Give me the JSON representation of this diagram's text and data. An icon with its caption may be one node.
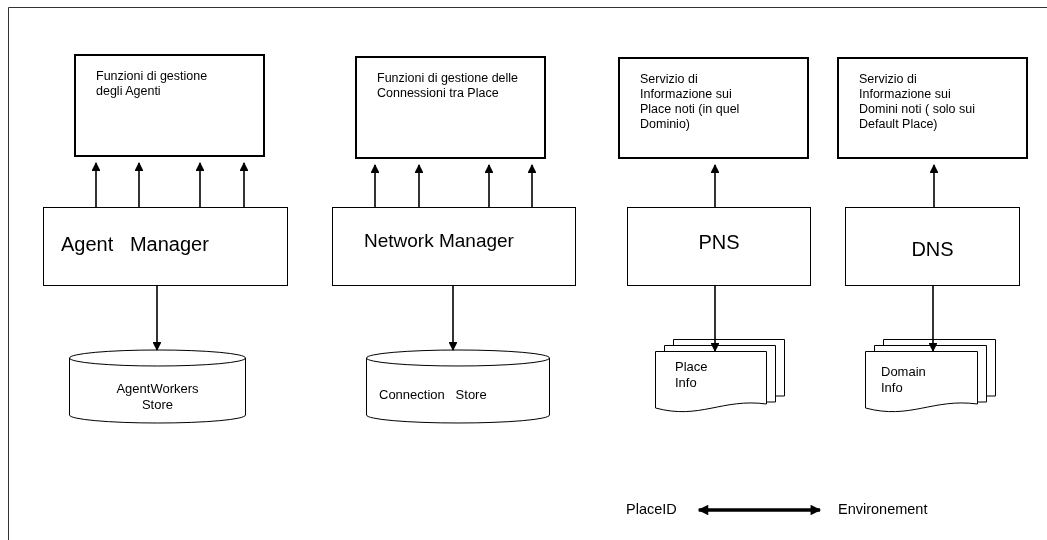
{
  "diagram": {
    "nodes": [
      {
        "text": [
          "Funzioni di gestione degli Agenti"
        ]
      },
      {
        "text": [
          "Funzioni di gestione delle Connessioni tra Place"
        ]
      },
      {
        "text": [
          "Servizio di Informazione sui Place noti (in quel Dominio)"
        ]
      },
      {
        "text": [
          "Servizio di Informazione sui Domini noti ( solo sui Default Place)"
        ]
      },
      {
        "text": [
          "Agent   Manager"
        ]
      },
      {
        "text": [
          "Network Manager"
        ]
      },
      {
        "text": [
          "PNS"
        ]
      },
      {
        "text": [
          "DNS"
        ]
      },
      {
        "text": [
          "AgentWorkers Store"
        ]
      },
      {
        "text": [
          "Connection   Store"
        ]
      },
      {
        "text": [
          "Place Info"
        ]
      },
      {
        "text": [
          "Domain Info"
        ]
      },
      {
        "text": [
          "PlaceID"
        ]
      },
      {
        "text": [
          "Environement"
        ]
      }
    ],
    "edges": [
      {
        "from": 4,
        "to": 0,
        "arrow": "to"
      },
      {
        "from": 4,
        "to": 0,
        "arrow": "to"
      },
      {
        "from": 4,
        "to": 0,
        "arrow": "to"
      },
      {
        "from": 4,
        "to": 0,
        "arrow": "to"
      },
      {
        "from": 5,
        "to": 1,
        "arrow": "to"
      },
      {
        "from": 5,
        "to": 1,
        "arrow": "to"
      },
      {
        "from": 5,
        "to": 1,
        "arrow": "to"
      },
      {
        "from": 5,
        "to": 1,
        "arrow": "to"
      },
      {
        "from": 6,
        "to": 2,
        "arrow": "to"
      },
      {
        "from": 7,
        "to": 3,
        "arrow": "to"
      },
      {
        "from": 4,
        "to": 8,
        "arrow": "to"
      },
      {
        "from": 5,
        "to": 9,
        "arrow": "to"
      },
      {
        "from": 6,
        "to": 10,
        "arrow": "to"
      },
      {
        "from": 7,
        "to": 11,
        "arrow": "to"
      },
      {
        "from": 12,
        "to": 13,
        "arrow": "both",
        "style": "thick"
      }
    ]
  }
}
